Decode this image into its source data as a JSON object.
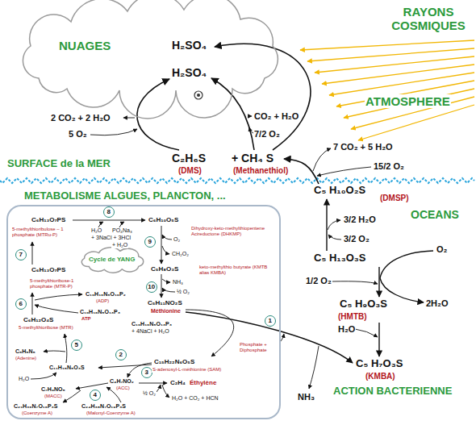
{
  "diagram": {
    "nodes": [
      {
        "text": [
          "NUAGES",
          "H₂SO₄",
          "H₂SO₄"
        ]
      },
      {
        "text": [
          "METABOLISME ALGUES, PLANCTON, ..."
        ]
      },
      {
        "text": [
          "Cycle de YANG"
        ],
        "in": 1
      },
      {
        "text": [
          "1"
        ],
        "in": 1
      },
      {
        "text": [
          "2"
        ],
        "in": 1
      },
      {
        "text": [
          "3"
        ],
        "in": 1
      },
      {
        "text": [
          "4"
        ],
        "in": 1
      },
      {
        "text": [
          "5"
        ],
        "in": 1
      },
      {
        "text": [
          "6"
        ],
        "in": 1
      },
      {
        "text": [
          "7"
        ],
        "in": 1
      },
      {
        "text": [
          "8"
        ],
        "in": 1
      },
      {
        "text": [
          "9"
        ],
        "in": 1
      },
      {
        "text": [
          "10"
        ],
        "in": 1
      }
    ],
    "labels": [
      "RAYONS COSMIQUES",
      "ATMOSPHERE",
      "2 CO₂ + 2 H₂O",
      "5 O₂",
      "CO₂ + H₂O",
      "7/2 O₂",
      "7 CO₂ + 5 H₂O",
      "15/2 O₂",
      "C₂H₆S",
      "+ CH₄ S",
      "(DMS)",
      "(Methanethiol)",
      "SURFACE de la MER",
      "OCEANS",
      "C₅ H₁₀O₂S",
      "(DMSP)",
      "3/2 H₂O",
      "3/2 O₂",
      "C₅ H₁₃O₃S",
      "O₂",
      "2H₂O",
      "1/2 O₂",
      "C₅ H₉O₃S",
      "(HMTB)",
      "H₂O",
      "½ O₂",
      "C₅ H₇O₃S",
      "(KMBA)",
      "NH₃",
      "ACTION BACTERIENNE",
      "C₆H₁₃O₇PS",
      "5-methylthioribulose – 1 phosphate (MTRu-P)",
      "H₂O",
      "PO₄Na₃",
      "+ 3NaCl + 3HCl",
      "+ H₂O",
      "C₆H₁₀O₅S",
      "Dihydroxy-keto-methylthiopentene Acireductone (DHKMP)",
      "O₂",
      "CH₂O₂",
      "C₅H₈O₃S",
      "keto-methylthio butyrate (KMTB alias KMBA)",
      "NH₃",
      "½ O₂",
      "C₅H₁₁NO₂S",
      "Méthionine",
      "C₆H₁₃O₇PS",
      "5-methylthioribose-1 phosphate (MTR-P)",
      "C₁₀H₁₆N₅O₁₀P₂",
      "(ADP)",
      "C₁₀H₁₆N₅O₁₃P₃",
      "ATP",
      "C₆H₁₂O₄S",
      "5-methylthioribose (MTR)",
      "C₁₀H₁₆N₅O₁₃P₃",
      "+ 4NaCl + H₂O",
      "Phosphate + Diphosphate",
      "C₅H₅N₅",
      "(Adenine)",
      "H₂O",
      "C₁₁H₁₅N₅O₃S",
      "C₁₅H₂₂N₆O₅S",
      "S-adenosyl-L-méthionine (SAM)",
      "C₇H₉NO₅",
      "(MACC)",
      "C₄H₇NO₂",
      "(ACC)",
      "C₂H₄",
      "Éthylène",
      "½ O₂",
      "H₂O + CO₂ + HCN",
      "C₂₁H₃₆N₇O₁₆P₃S",
      "(Coenzyme A)",
      "C₂₄H₃₈N₇O₁₉P₃S",
      "(Malonyl-Coenzyme A)"
    ]
  }
}
